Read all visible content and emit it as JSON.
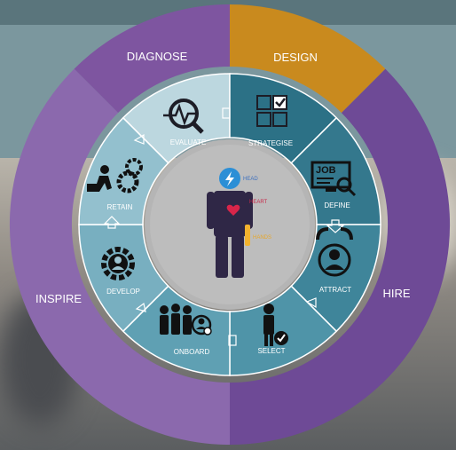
{
  "outer_ring": {
    "diagnose": "DIAGNOSE",
    "design": "DESIGN",
    "inspire": "INSPIRE",
    "hire": "HIRE"
  },
  "segments": {
    "evaluate": "EVALUATE",
    "strategise": "STRATEGISE",
    "define": "DEFINE",
    "attract": "ATTRACT",
    "select": "SELECT",
    "onboard": "ONBOARD",
    "develop": "DEVELOP",
    "retain": "RETAIN"
  },
  "center": {
    "head": "HEAD",
    "heart": "HEART",
    "hands": "HANDS"
  },
  "icons": {
    "evaluate": "magnifier-pulse-icon",
    "strategise": "checklist-grid-icon",
    "define": "job-screen-icon",
    "attract": "magnet-person-icon",
    "select": "person-check-icon",
    "onboard": "team-add-icon",
    "develop": "gear-person-icon",
    "retain": "climbing-gears-icon"
  },
  "colors": {
    "purple": "#7a4f9c",
    "purple_light": "#9478b5",
    "gold": "#c98a1e",
    "teal_dark": "#2e7589",
    "teal_mid": "#4d95a8",
    "teal_light": "#a8cbd6",
    "center_gray": "#b3b3b3",
    "figure": "#2f2746",
    "head_blue": "#2c8fd6",
    "heart_red": "#d8254a",
    "hands_gold": "#f3b22e"
  }
}
